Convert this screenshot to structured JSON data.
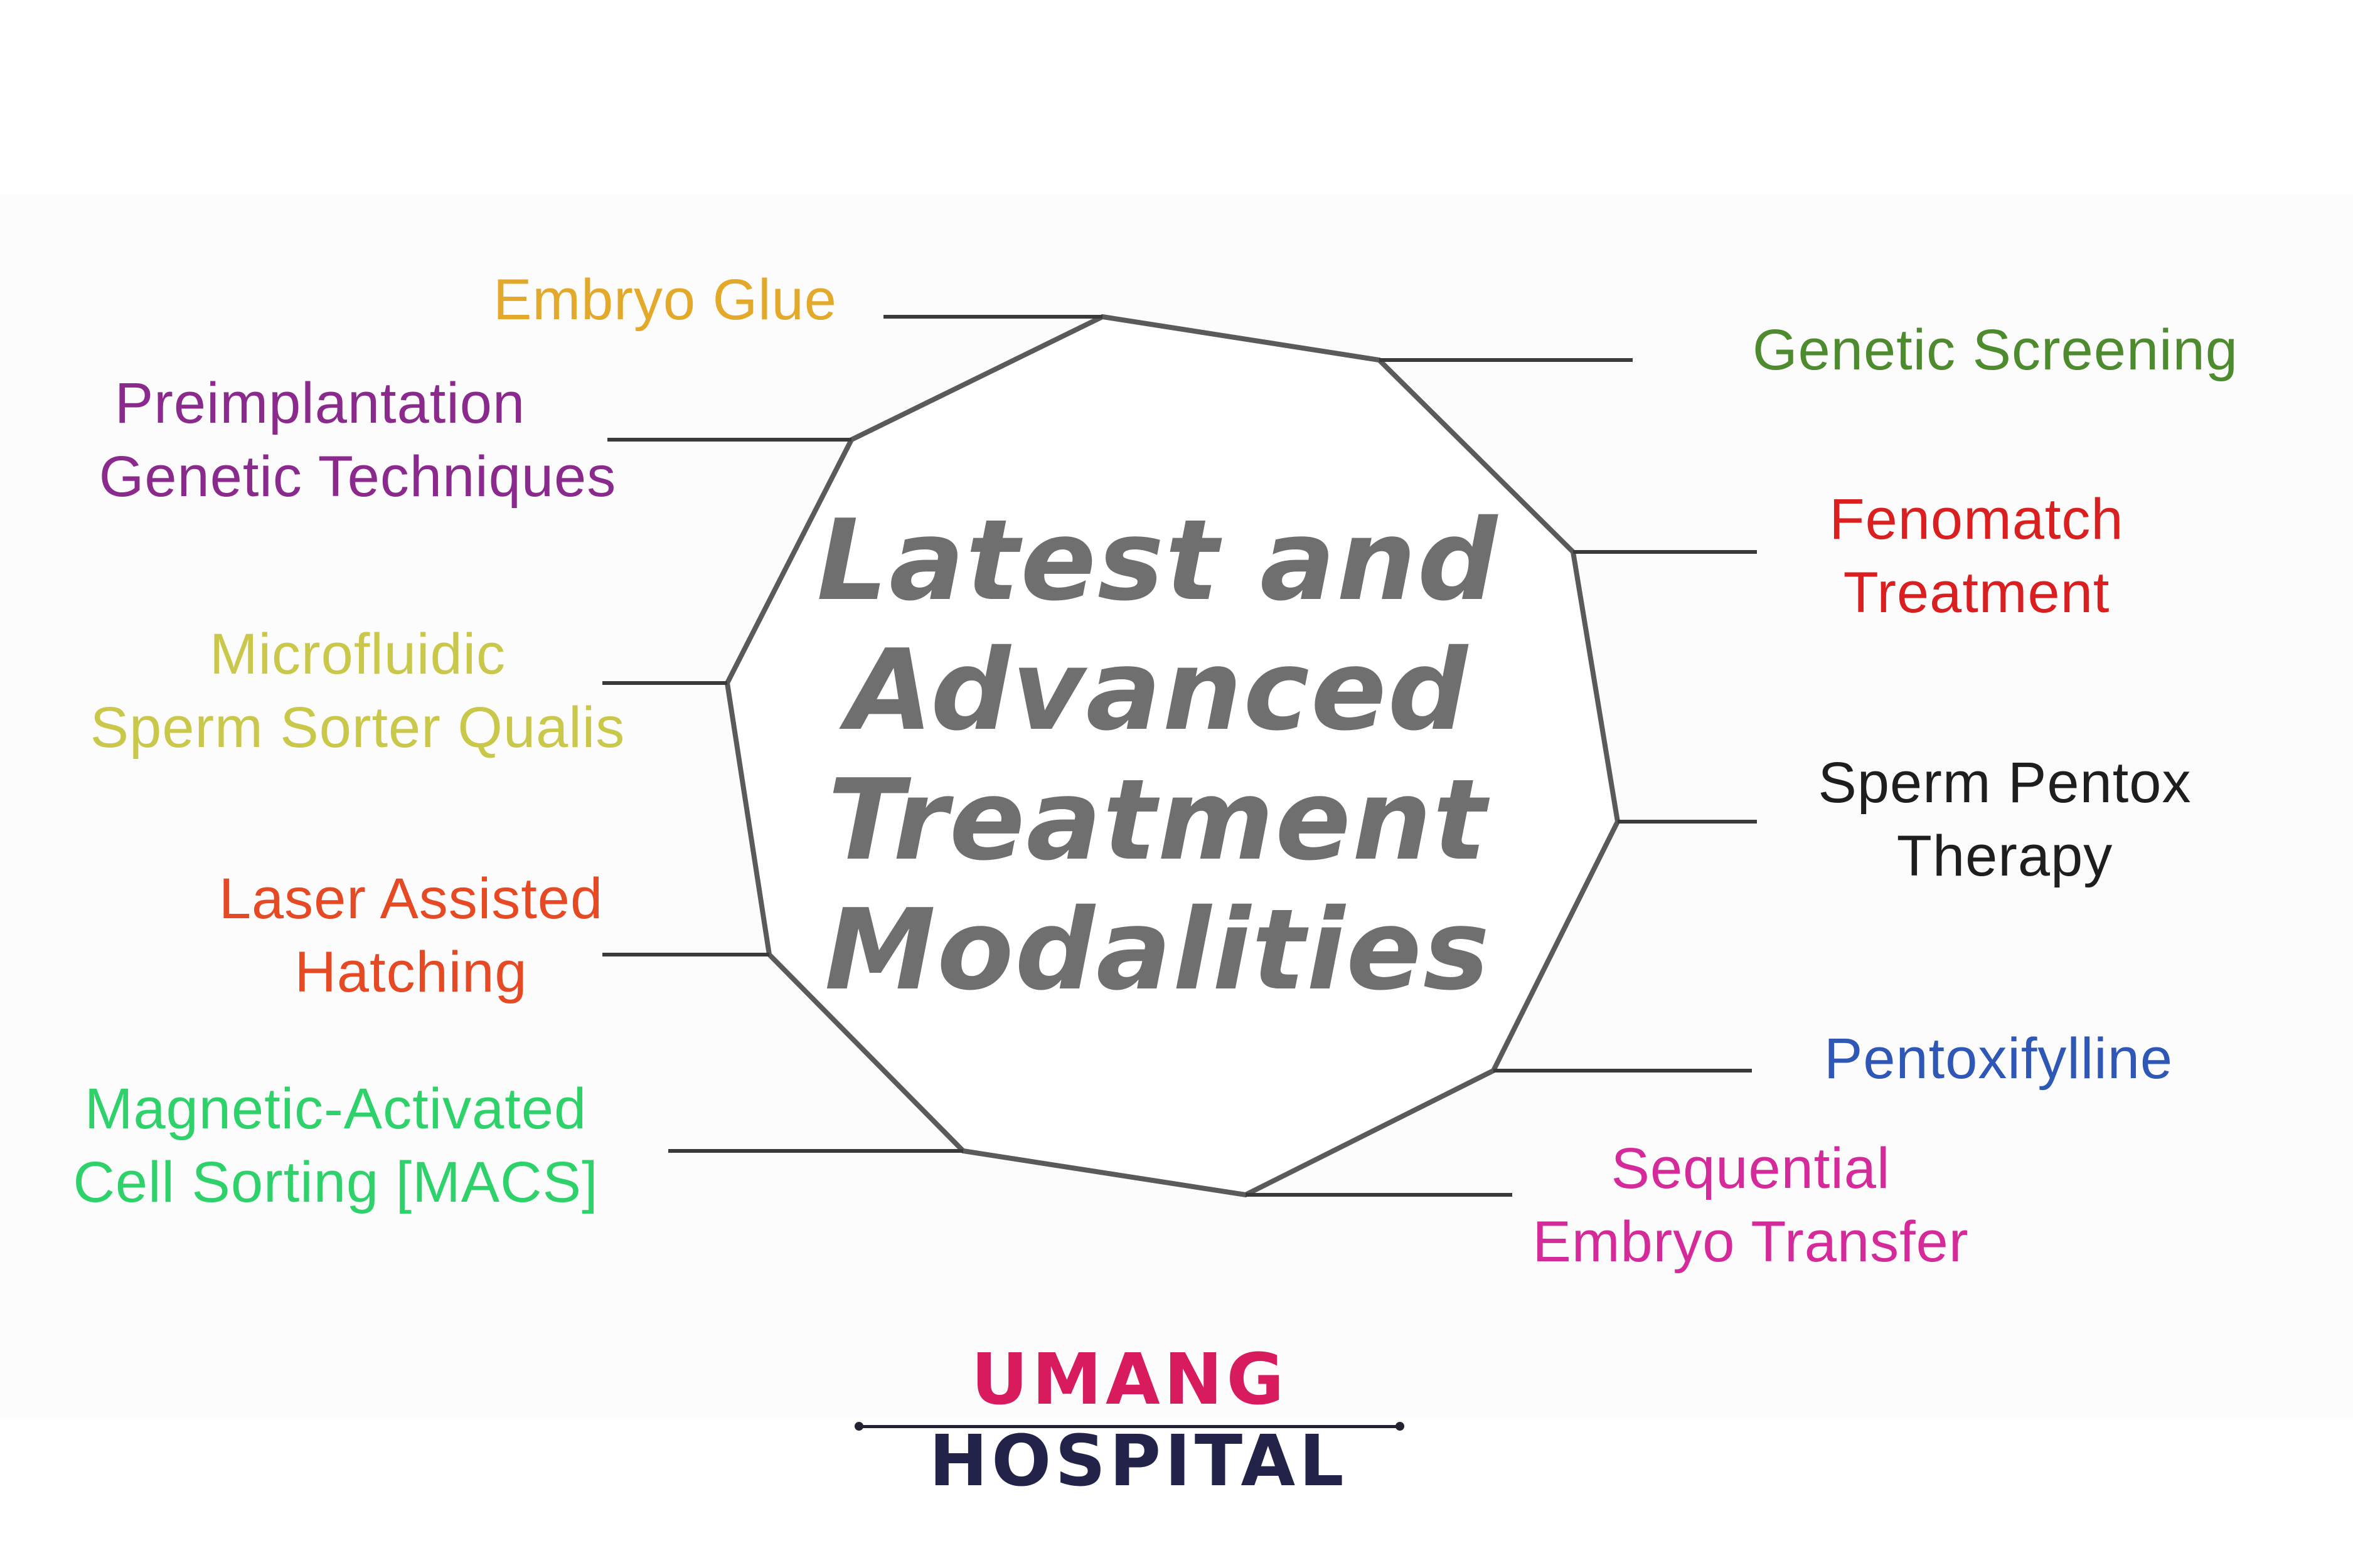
{
  "center": {
    "lines": [
      "Latest and",
      "Advanced",
      "Treatment",
      "Modalities"
    ],
    "color": "#6f6f6f"
  },
  "labels": {
    "embryo_glue": {
      "lines": [
        "Embryo Glue"
      ],
      "color": "#e3a92b"
    },
    "preimplantation": {
      "lines": [
        "Preimplantation",
        "Genetic Techniques"
      ],
      "color": "#8a2a8c"
    },
    "microfluidic": {
      "lines": [
        "Microfluidic",
        "Sperm Sorter Qualis"
      ],
      "color": "#c9c84b"
    },
    "laser": {
      "lines": [
        "Laser Assisted",
        "Hatching"
      ],
      "color": "#e54a24"
    },
    "macs": {
      "lines": [
        "Magnetic-Activated",
        "Cell Sorting [MACS]"
      ],
      "color": "#2fd16a"
    },
    "genetic_screening": {
      "lines": [
        "Genetic Screening"
      ],
      "color": "#4e8a2e"
    },
    "fenomatch": {
      "lines": [
        "Fenomatch",
        "Treatment"
      ],
      "color": "#d91f1f"
    },
    "sperm_pentox": {
      "lines": [
        "Sperm Pentox",
        "Therapy"
      ],
      "color": "#1e1e1e"
    },
    "pentoxifylline": {
      "lines": [
        "Pentoxifylline"
      ],
      "color": "#2f57b5"
    },
    "sequential": {
      "lines": [
        "Sequential",
        "Embryo Transfer"
      ],
      "color": "#d52a9a"
    }
  },
  "brand": {
    "first": "UMANG",
    "second": "HOSPITAL",
    "first_color": "#d81b5d",
    "second_color": "#23234a"
  }
}
